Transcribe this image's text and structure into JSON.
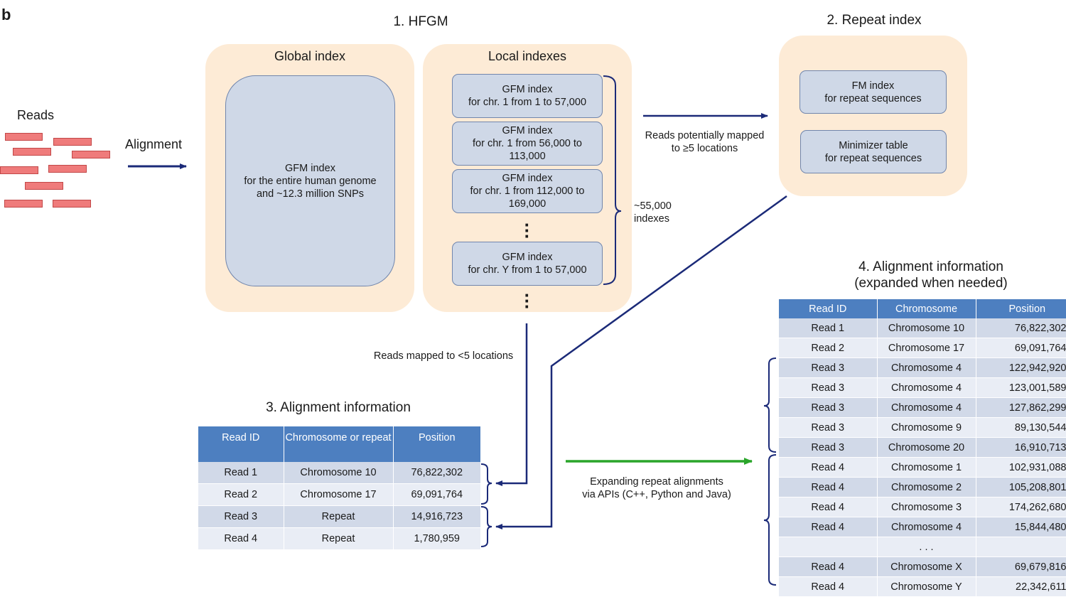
{
  "panel_letter": "b",
  "reads": {
    "title": "Reads",
    "alignment_label": "Alignment",
    "bar_color": "#ef7b7b"
  },
  "hfgm": {
    "title": "1. HFGM",
    "global": {
      "title": "Global index",
      "box_line1": "GFM index",
      "box_line2": "for the entire human genome",
      "box_line3": "and ~12.3 million SNPs"
    },
    "local": {
      "title": "Local indexes",
      "indexes": [
        {
          "line1": "GFM index",
          "line2": "for chr. 1 from 1 to 57,000",
          "line3": ""
        },
        {
          "line1": "GFM index",
          "line2": "for chr. 1 from 56,000 to",
          "line3": "113,000"
        },
        {
          "line1": "GFM index",
          "line2": "for chr. 1 from 112,000 to",
          "line3": "169,000"
        },
        {
          "line1": "GFM index",
          "line2": "for chr. Y from 1 to 57,000",
          "line3": ""
        }
      ],
      "count_line1": "~55,000",
      "count_line2": "indexes"
    }
  },
  "repeat": {
    "title": "2. Repeat index",
    "fm_line1": "FM index",
    "fm_line2": "for repeat sequences",
    "min_line1": "Minimizer table",
    "min_line2": "for repeat sequences",
    "arrow_label_line1": "Reads potentially mapped",
    "arrow_label_line2": "to ≥5 locations"
  },
  "mapped_label": "Reads mapped to <5 locations",
  "alignment3": {
    "title": "3. Alignment information",
    "headers": [
      "Read ID",
      "Chromosome or repeat",
      "Position"
    ],
    "rows": [
      [
        "Read 1",
        "Chromosome 10",
        "76,822,302"
      ],
      [
        "Read 2",
        "Chromosome 17",
        "69,091,764"
      ],
      [
        "Read 3",
        "Repeat",
        "14,916,723"
      ],
      [
        "Read 4",
        "Repeat",
        "1,780,959"
      ]
    ]
  },
  "expand": {
    "line1": "Expanding repeat alignments",
    "line2": "via APIs (C++, Python and Java)",
    "arrow_color": "#2aa52a"
  },
  "alignment4": {
    "title_line1": "4. Alignment information",
    "title_line2": "(expanded when needed)",
    "headers": [
      "Read ID",
      "Chromosome",
      "Position"
    ],
    "rows": [
      [
        "Read 1",
        "Chromosome 10",
        "76,822,302"
      ],
      [
        "Read 2",
        "Chromosome 17",
        "69,091,764"
      ],
      [
        "Read 3",
        "Chromosome 4",
        "122,942,920"
      ],
      [
        "Read 3",
        "Chromosome 4",
        "123,001,589"
      ],
      [
        "Read 3",
        "Chromosome 4",
        "127,862,299"
      ],
      [
        "Read 3",
        "Chromosome 9",
        "89,130,544"
      ],
      [
        "Read 3",
        "Chromosome 20",
        "16,910,713"
      ],
      [
        "Read 4",
        "Chromosome 1",
        "102,931,088"
      ],
      [
        "Read 4",
        "Chromosome 2",
        "105,208,801"
      ],
      [
        "Read 4",
        "Chromosome 3",
        "174,262,680"
      ],
      [
        "Read 4",
        "Chromosome 4",
        "15,844,480"
      ],
      [
        "",
        ". . .",
        ""
      ],
      [
        "Read 4",
        "Chromosome X",
        "69,679,816"
      ],
      [
        "Read 4",
        "Chromosome Y",
        "22,342,611"
      ]
    ]
  },
  "colors": {
    "peach": "#fdebd6",
    "index_box": "#cfd8e7",
    "table_header": "#4d7fc0",
    "arrow": "#1b2a78"
  }
}
